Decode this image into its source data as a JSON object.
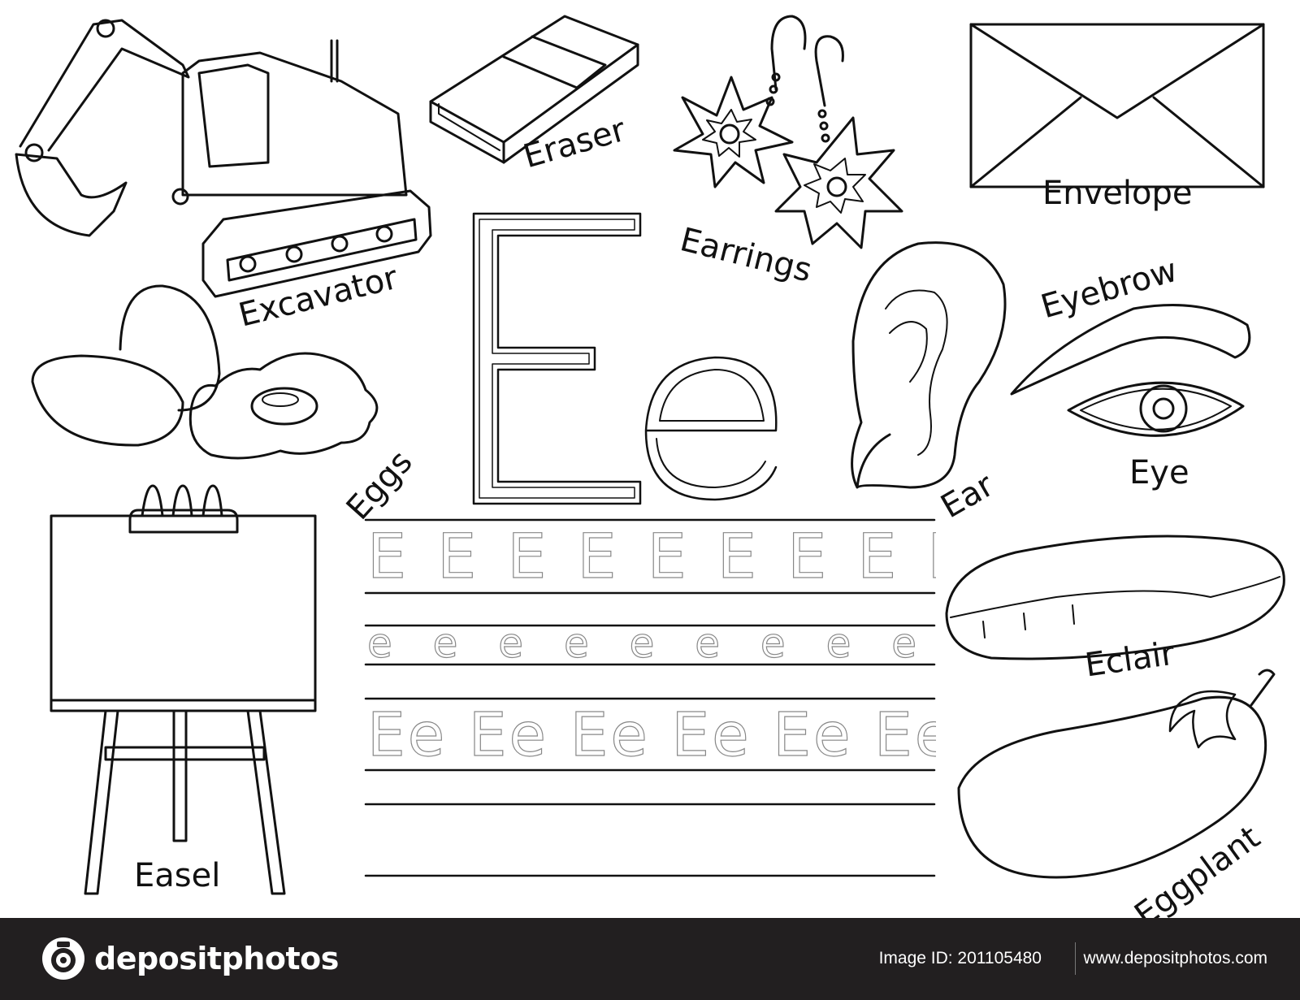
{
  "worksheet": {
    "letter_upper": "E",
    "letter_lower": "e",
    "words": {
      "excavator": "Excavator",
      "eraser": "Eraser",
      "earrings": "Earrings",
      "envelope": "Envelope",
      "eyebrow": "Eyebrow",
      "eggs": "Eggs",
      "ear": "Ear",
      "eye": "Eye",
      "easel": "Easel",
      "eclair": "Eclair",
      "eggplant": "Eggplant"
    },
    "trace_rows": {
      "row1": "E E E E E E E E E E E",
      "row2": "e e e e e e e e e e e",
      "row3": "Ee Ee Ee Ee Ee Ee"
    }
  },
  "footer": {
    "brand": "depositphotos",
    "image_id": "Image ID: 201105480",
    "site": "www.depositphotos.com",
    "background": "#221f20"
  }
}
